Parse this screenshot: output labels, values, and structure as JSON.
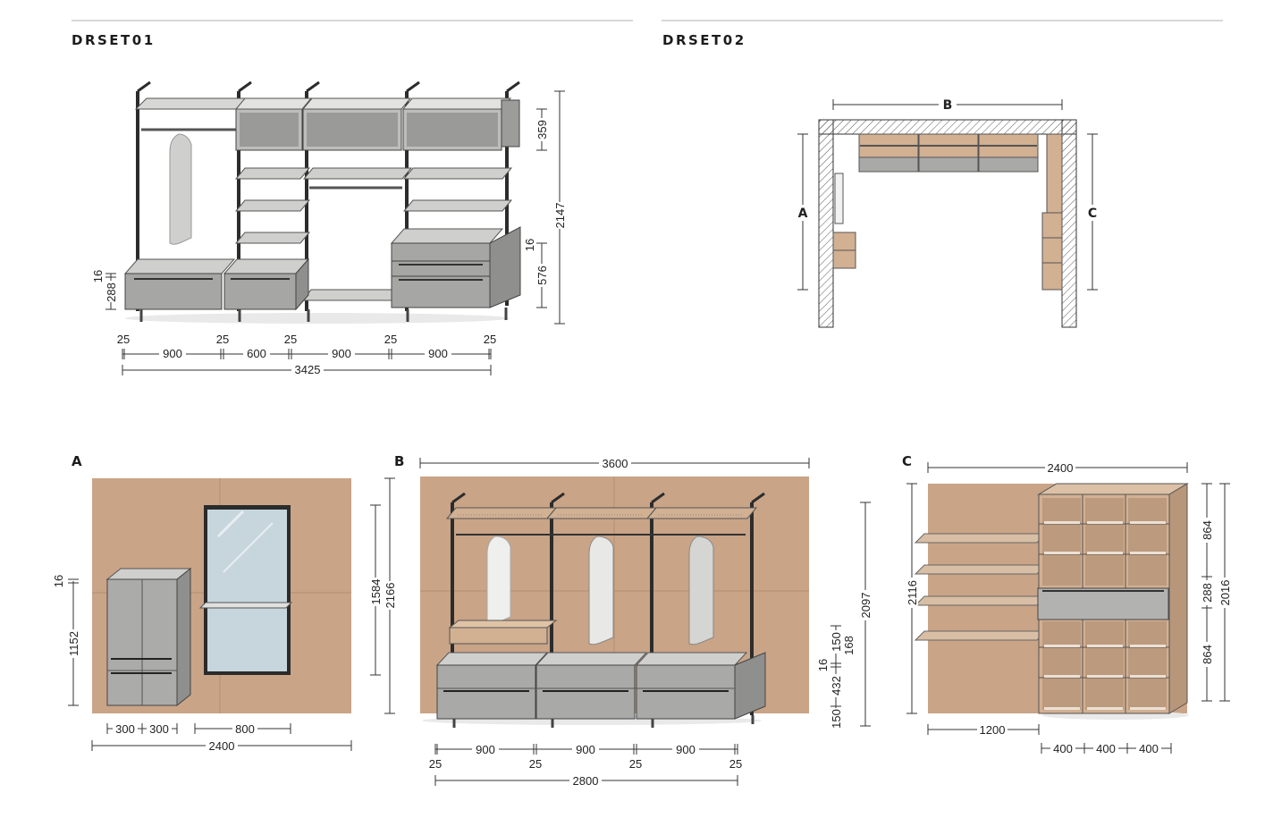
{
  "sections": {
    "drset01": "DRSET01",
    "drset02": "DRSET02"
  },
  "wall_labels": {
    "a": "A",
    "b": "B",
    "c": "C"
  },
  "drset01": {
    "gap_labels": [
      "25",
      "25",
      "25",
      "25",
      "25"
    ],
    "bay_widths": [
      "900",
      "600",
      "900",
      "900"
    ],
    "total_width": "3425",
    "left_heights": [
      "16",
      "288"
    ],
    "right_heights": [
      "359",
      "16",
      "576"
    ],
    "total_height": "2147"
  },
  "drset02_plan": {
    "b": "B",
    "a": "A",
    "c": "C"
  },
  "elevation_a": {
    "title": "A",
    "widths": [
      "300",
      "300",
      "800"
    ],
    "total_width": "2400",
    "left_heights": [
      "16",
      "1152"
    ],
    "right_heights": [
      "1584",
      "2166"
    ]
  },
  "elevation_b": {
    "title": "B",
    "wall_width": "3600",
    "bay_widths": [
      "900",
      "900",
      "900"
    ],
    "gap_labels": [
      "25",
      "25",
      "25",
      "25"
    ],
    "total_width": "2800",
    "right_heights": [
      "2097",
      "16",
      "150",
      "168",
      "432",
      "150"
    ]
  },
  "elevation_c": {
    "title": "C",
    "wall_width": "2400",
    "shelf_width": "1200",
    "module_widths": [
      "400",
      "400",
      "400"
    ],
    "left_heights": [
      "2116"
    ],
    "right_heights": [
      "864",
      "288",
      "864",
      "2016"
    ]
  },
  "colors": {
    "wall": "#c9a487",
    "panel": "#ababa8",
    "frame": "#2c2c2c",
    "wood": "#d2b092",
    "mirror": "#c7d6dd"
  }
}
